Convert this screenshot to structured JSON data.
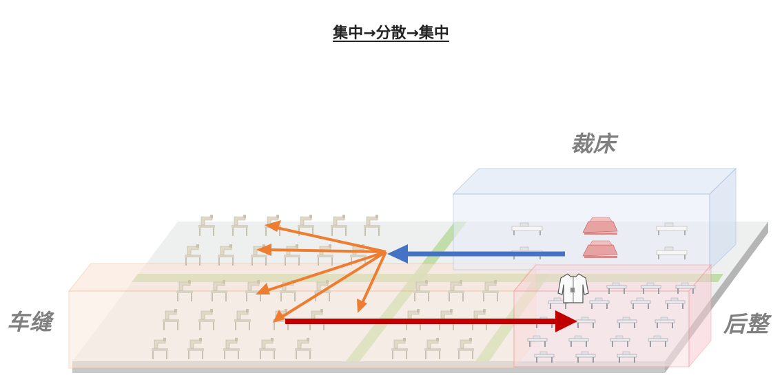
{
  "title": "集中→分散→集中",
  "zones": {
    "cutting": {
      "label": "裁床",
      "color": "#b7cbe8"
    },
    "sewing": {
      "label": "车缝",
      "color": "#f8c4a2"
    },
    "finishing": {
      "label": "后整",
      "color": "#f2a6ad"
    }
  },
  "icons": {
    "sewing_machine": "sewing-machine-icon",
    "cutting_table": "cutting-table-icon",
    "finishing_table": "finishing-table-icon",
    "garment": "jacket-icon"
  },
  "colors": {
    "arrow_blue": "#4472c4",
    "arrow_orange": "#ed7d31",
    "arrow_red": "#c00000",
    "floor": "#eef0f0",
    "aisle": "#b8d99c",
    "floor_edge": "#c8c8c8"
  }
}
